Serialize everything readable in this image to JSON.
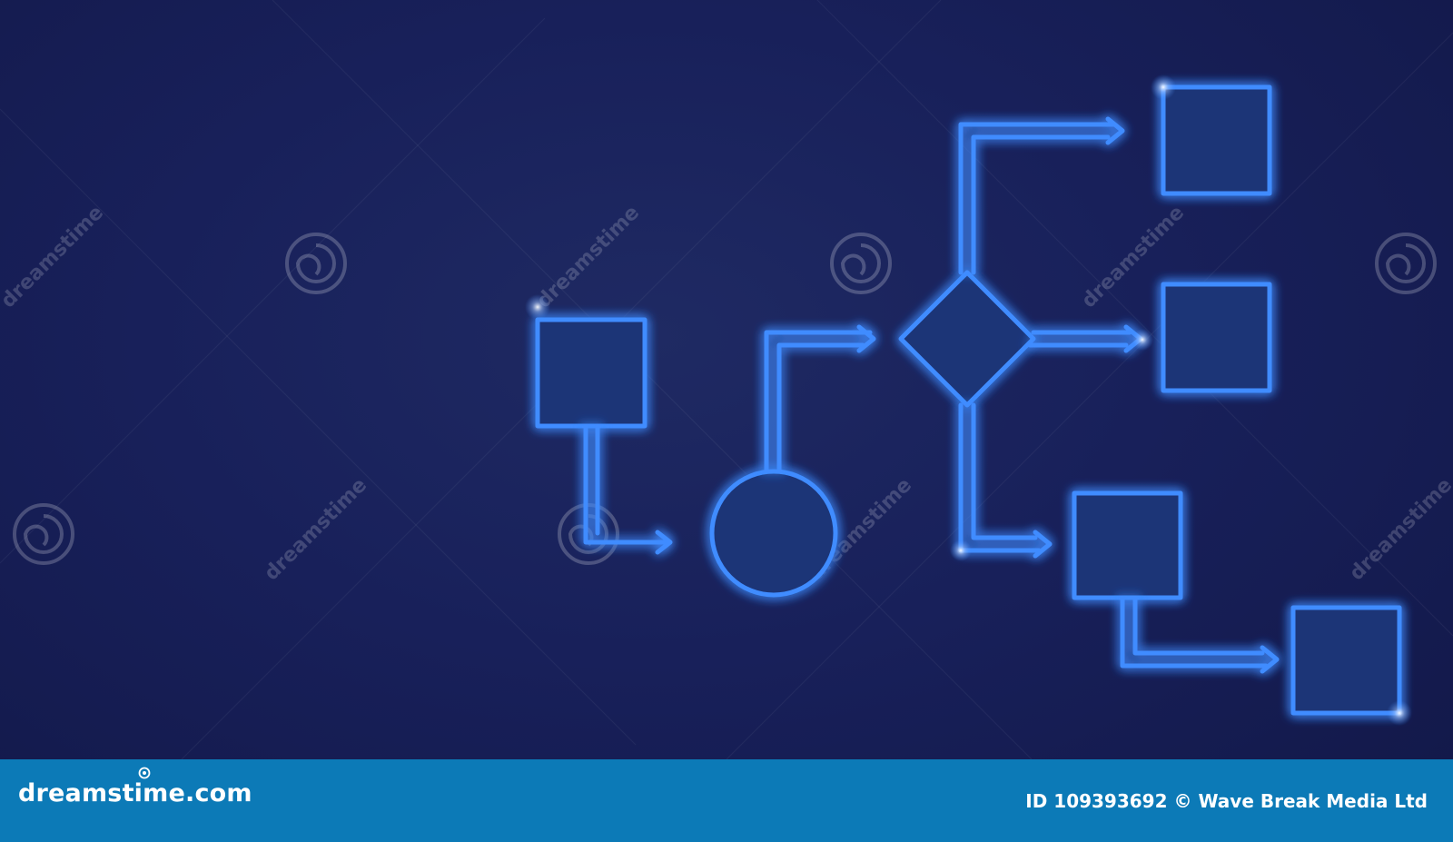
{
  "footer": {
    "brand": "dreamstime.com",
    "credit": "ID 109393692 © Wave Break Media Ltd"
  },
  "watermark": {
    "text": "dreamstime"
  },
  "colors": {
    "background": "#18205a",
    "neon": "#3f8cff",
    "neon_fill": "#1b3577",
    "footer": "#0c7ab7"
  },
  "diagram": {
    "nodes": [
      {
        "id": "start",
        "shape": "square"
      },
      {
        "id": "process",
        "shape": "circle"
      },
      {
        "id": "decision",
        "shape": "diamond"
      },
      {
        "id": "out-top",
        "shape": "square"
      },
      {
        "id": "out-middle",
        "shape": "square"
      },
      {
        "id": "out-bottom",
        "shape": "square"
      },
      {
        "id": "final",
        "shape": "square"
      }
    ],
    "edges": [
      {
        "from": "start",
        "to": "process"
      },
      {
        "from": "process",
        "to": "decision"
      },
      {
        "from": "decision",
        "to": "out-top"
      },
      {
        "from": "decision",
        "to": "out-middle"
      },
      {
        "from": "decision",
        "to": "out-bottom"
      },
      {
        "from": "out-bottom",
        "to": "final"
      }
    ]
  }
}
